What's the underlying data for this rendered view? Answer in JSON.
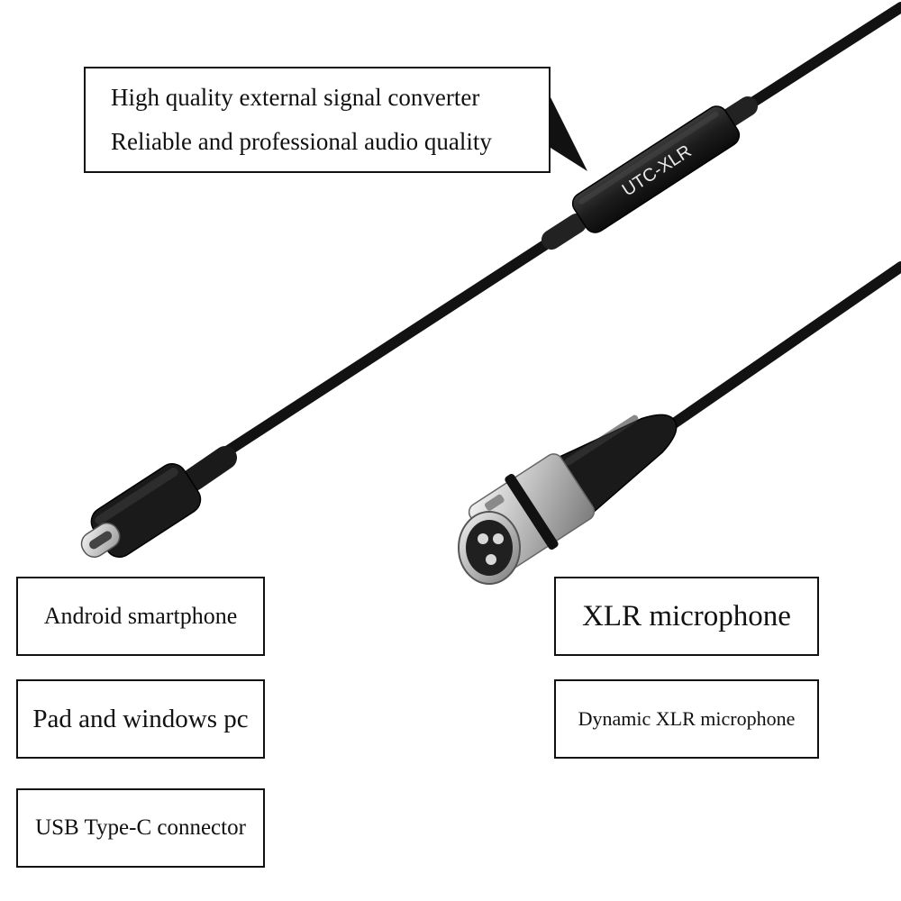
{
  "callout": {
    "line1": "High quality external signal converter",
    "line2": "Reliable and professional audio quality"
  },
  "converter": {
    "brand_text": "UTC-XLR"
  },
  "labels": {
    "android": "Android smartphone",
    "pad": "Pad and windows pc",
    "usb": "USB Type-C connector",
    "xlr": "XLR microphone",
    "dynamic": "Dynamic XLR microphone"
  },
  "colors": {
    "cable": "#111111",
    "connector_body": "#1a1a1a",
    "xlr_metal": "#b8b8b8",
    "box_border": "#111111"
  }
}
